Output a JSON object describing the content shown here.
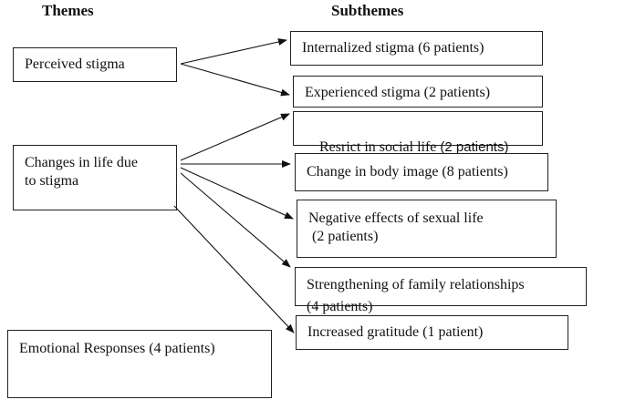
{
  "headers": {
    "themes": "Themes",
    "subthemes": "Subthemes"
  },
  "themes": [
    {
      "id": "perceived",
      "lines": [
        "Perceived stigma"
      ]
    },
    {
      "id": "changes",
      "lines": [
        "Changes in life due",
        "to stigma"
      ]
    },
    {
      "id": "emotional",
      "lines": [
        "Emotional Responses (4 patients)"
      ]
    }
  ],
  "subthemes": [
    {
      "id": "internalized",
      "label": "Internalized stigma (6 patients)"
    },
    {
      "id": "experienced",
      "label": "Experienced stigma (2 patients)"
    },
    {
      "id": "restrict",
      "label_main": "Resrict in social life ",
      "label_tail": "(2 patients)"
    },
    {
      "id": "bodyimage",
      "label": "Change in body image (8 patients)"
    },
    {
      "id": "sexual",
      "lines": [
        "Negative effects of sexual life",
        " (2 patients)"
      ]
    },
    {
      "id": "family",
      "label": "Strengthening of family relationships",
      "label_cut": "(4 patients)"
    },
    {
      "id": "gratitude",
      "label": "Increased gratitude (1 patient)"
    }
  ]
}
